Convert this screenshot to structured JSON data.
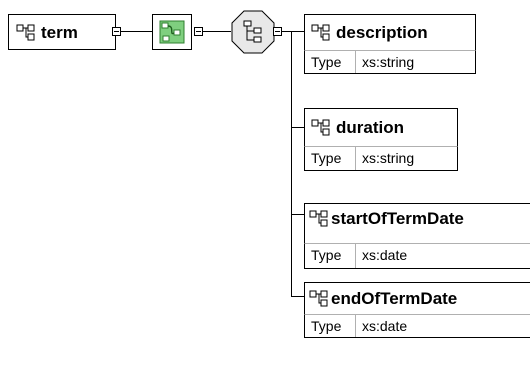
{
  "root": {
    "name": "term"
  },
  "compositor": {
    "kind": "sequence"
  },
  "children": [
    {
      "name": "description",
      "type_label": "Type",
      "type_value": "xs:string"
    },
    {
      "name": "duration",
      "type_label": "Type",
      "type_value": "xs:string"
    },
    {
      "name": "startOfTermDate",
      "type_label": "Type",
      "type_value": "xs:date"
    },
    {
      "name": "endOfTermDate",
      "type_label": "Type",
      "type_value": "xs:date"
    }
  ],
  "icons": {
    "element": "element-icon",
    "complex_type": "complex-type-icon",
    "sequence": "sequence-compositor-icon"
  },
  "colors": {
    "complex_type_fill": "#7fcf7f",
    "complex_type_border": "#2f7f2f",
    "compositor_fill": "#e8e8e8",
    "lines": "#000000"
  }
}
